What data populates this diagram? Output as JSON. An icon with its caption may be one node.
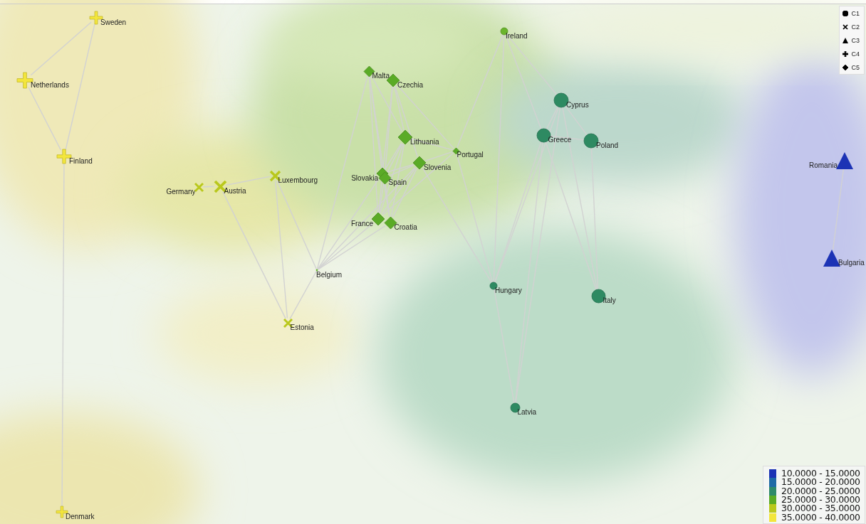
{
  "diagram": {
    "nodes": [
      {
        "text": [
          "Sweden"
        ]
      },
      {
        "text": [
          "Netherlands"
        ]
      },
      {
        "text": [
          "Finland"
        ]
      },
      {
        "text": [
          "Denmark"
        ]
      },
      {
        "text": [
          "Germany"
        ]
      },
      {
        "text": [
          "Austria"
        ]
      },
      {
        "text": [
          "Luxembourg"
        ]
      },
      {
        "text": [
          "Estonia"
        ]
      },
      {
        "text": [
          "Belgium"
        ]
      },
      {
        "text": [
          "Malta"
        ]
      },
      {
        "text": [
          "Czechia"
        ]
      },
      {
        "text": [
          "Lithuania"
        ]
      },
      {
        "text": [
          "Slovenia"
        ]
      },
      {
        "text": [
          "Slovakia"
        ]
      },
      {
        "text": [
          "Spain"
        ]
      },
      {
        "text": [
          "Portugal"
        ]
      },
      {
        "text": [
          "France"
        ]
      },
      {
        "text": [
          "Croatia"
        ]
      },
      {
        "text": [
          "Ireland"
        ]
      },
      {
        "text": [
          "Cyprus"
        ]
      },
      {
        "text": [
          "Greece"
        ]
      },
      {
        "text": [
          "Poland"
        ]
      },
      {
        "text": [
          "Hungary"
        ]
      },
      {
        "text": [
          "Italy"
        ]
      },
      {
        "text": [
          "Latvia"
        ]
      },
      {
        "text": [
          "Romania"
        ]
      },
      {
        "text": [
          "Bulgaria"
        ]
      }
    ],
    "edges": [
      {
        "from": 0,
        "to": 1,
        "arrow": "none"
      },
      {
        "from": 0,
        "to": 2,
        "arrow": "none"
      },
      {
        "from": 1,
        "to": 2,
        "arrow": "none"
      },
      {
        "from": 2,
        "to": 3,
        "arrow": "none"
      },
      {
        "from": 4,
        "to": 5,
        "arrow": "none"
      },
      {
        "from": 5,
        "to": 6,
        "arrow": "none"
      },
      {
        "from": 5,
        "to": 7,
        "arrow": "none"
      },
      {
        "from": 6,
        "to": 7,
        "arrow": "none"
      },
      {
        "from": 6,
        "to": 8,
        "arrow": "none"
      },
      {
        "from": 8,
        "to": 7,
        "arrow": "none"
      },
      {
        "from": 8,
        "to": 9,
        "arrow": "none"
      },
      {
        "from": 8,
        "to": 13,
        "arrow": "none"
      },
      {
        "from": 8,
        "to": 16,
        "arrow": "none"
      },
      {
        "from": 8,
        "to": 17,
        "arrow": "none"
      },
      {
        "from": 8,
        "to": 12,
        "arrow": "none"
      },
      {
        "from": 9,
        "to": 13,
        "arrow": "none"
      },
      {
        "from": 9,
        "to": 14,
        "arrow": "none"
      },
      {
        "from": 9,
        "to": 11,
        "arrow": "none"
      },
      {
        "from": 9,
        "to": 16,
        "arrow": "none"
      },
      {
        "from": 10,
        "to": 13,
        "arrow": "none"
      },
      {
        "from": 10,
        "to": 14,
        "arrow": "none"
      },
      {
        "from": 10,
        "to": 11,
        "arrow": "none"
      },
      {
        "from": 10,
        "to": 12,
        "arrow": "none"
      },
      {
        "from": 10,
        "to": 15,
        "arrow": "none"
      },
      {
        "from": 11,
        "to": 13,
        "arrow": "none"
      },
      {
        "from": 11,
        "to": 14,
        "arrow": "none"
      },
      {
        "from": 11,
        "to": 15,
        "arrow": "none"
      },
      {
        "from": 11,
        "to": 16,
        "arrow": "none"
      },
      {
        "from": 11,
        "to": 17,
        "arrow": "none"
      },
      {
        "from": 12,
        "to": 13,
        "arrow": "none"
      },
      {
        "from": 12,
        "to": 14,
        "arrow": "none"
      },
      {
        "from": 12,
        "to": 15,
        "arrow": "none"
      },
      {
        "from": 12,
        "to": 16,
        "arrow": "none"
      },
      {
        "from": 12,
        "to": 17,
        "arrow": "none"
      },
      {
        "from": 13,
        "to": 16,
        "arrow": "none"
      },
      {
        "from": 13,
        "to": 17,
        "arrow": "none"
      },
      {
        "from": 14,
        "to": 16,
        "arrow": "none"
      },
      {
        "from": 14,
        "to": 17,
        "arrow": "none"
      },
      {
        "from": 15,
        "to": 16,
        "arrow": "none"
      },
      {
        "from": 15,
        "to": 18,
        "arrow": "none"
      },
      {
        "from": 15,
        "to": 22,
        "arrow": "none"
      },
      {
        "from": 12,
        "to": 22,
        "arrow": "none"
      },
      {
        "from": 18,
        "to": 22,
        "arrow": "none"
      },
      {
        "from": 18,
        "to": 19,
        "arrow": "none"
      },
      {
        "from": 18,
        "to": 20,
        "arrow": "none"
      },
      {
        "from": 19,
        "to": 20,
        "arrow": "none"
      },
      {
        "from": 19,
        "to": 21,
        "arrow": "none"
      },
      {
        "from": 20,
        "to": 21,
        "arrow": "none"
      },
      {
        "from": 19,
        "to": 23,
        "arrow": "none"
      },
      {
        "from": 20,
        "to": 23,
        "arrow": "none"
      },
      {
        "from": 21,
        "to": 23,
        "arrow": "none"
      },
      {
        "from": 20,
        "to": 22,
        "arrow": "none"
      },
      {
        "from": 19,
        "to": 22,
        "arrow": "none"
      },
      {
        "from": 20,
        "to": 24,
        "arrow": "none"
      },
      {
        "from": 19,
        "to": 24,
        "arrow": "none"
      },
      {
        "from": 22,
        "to": 24,
        "arrow": "none"
      },
      {
        "from": 25,
        "to": 26,
        "arrow": "none"
      }
    ],
    "legend": [
      {
        "text": "C1"
      },
      {
        "text": "C2"
      },
      {
        "text": "C3"
      },
      {
        "text": "C4"
      },
      {
        "text": "C5"
      },
      {
        "text": "10.0000 - 15.0000",
        "color": "#1c33b5"
      },
      {
        "text": "15.0000 - 20.0000",
        "color": "#1f6aa6"
      },
      {
        "text": "20.0000 - 25.0000",
        "color": "#2e8a6a"
      },
      {
        "text": "25.0000 - 30.0000",
        "color": "#5aab26"
      },
      {
        "text": "30.0000 - 35.0000",
        "color": "#b9c81c"
      },
      {
        "text": "35.0000 - 40.0000",
        "color": "#f3e63c"
      }
    ]
  }
}
